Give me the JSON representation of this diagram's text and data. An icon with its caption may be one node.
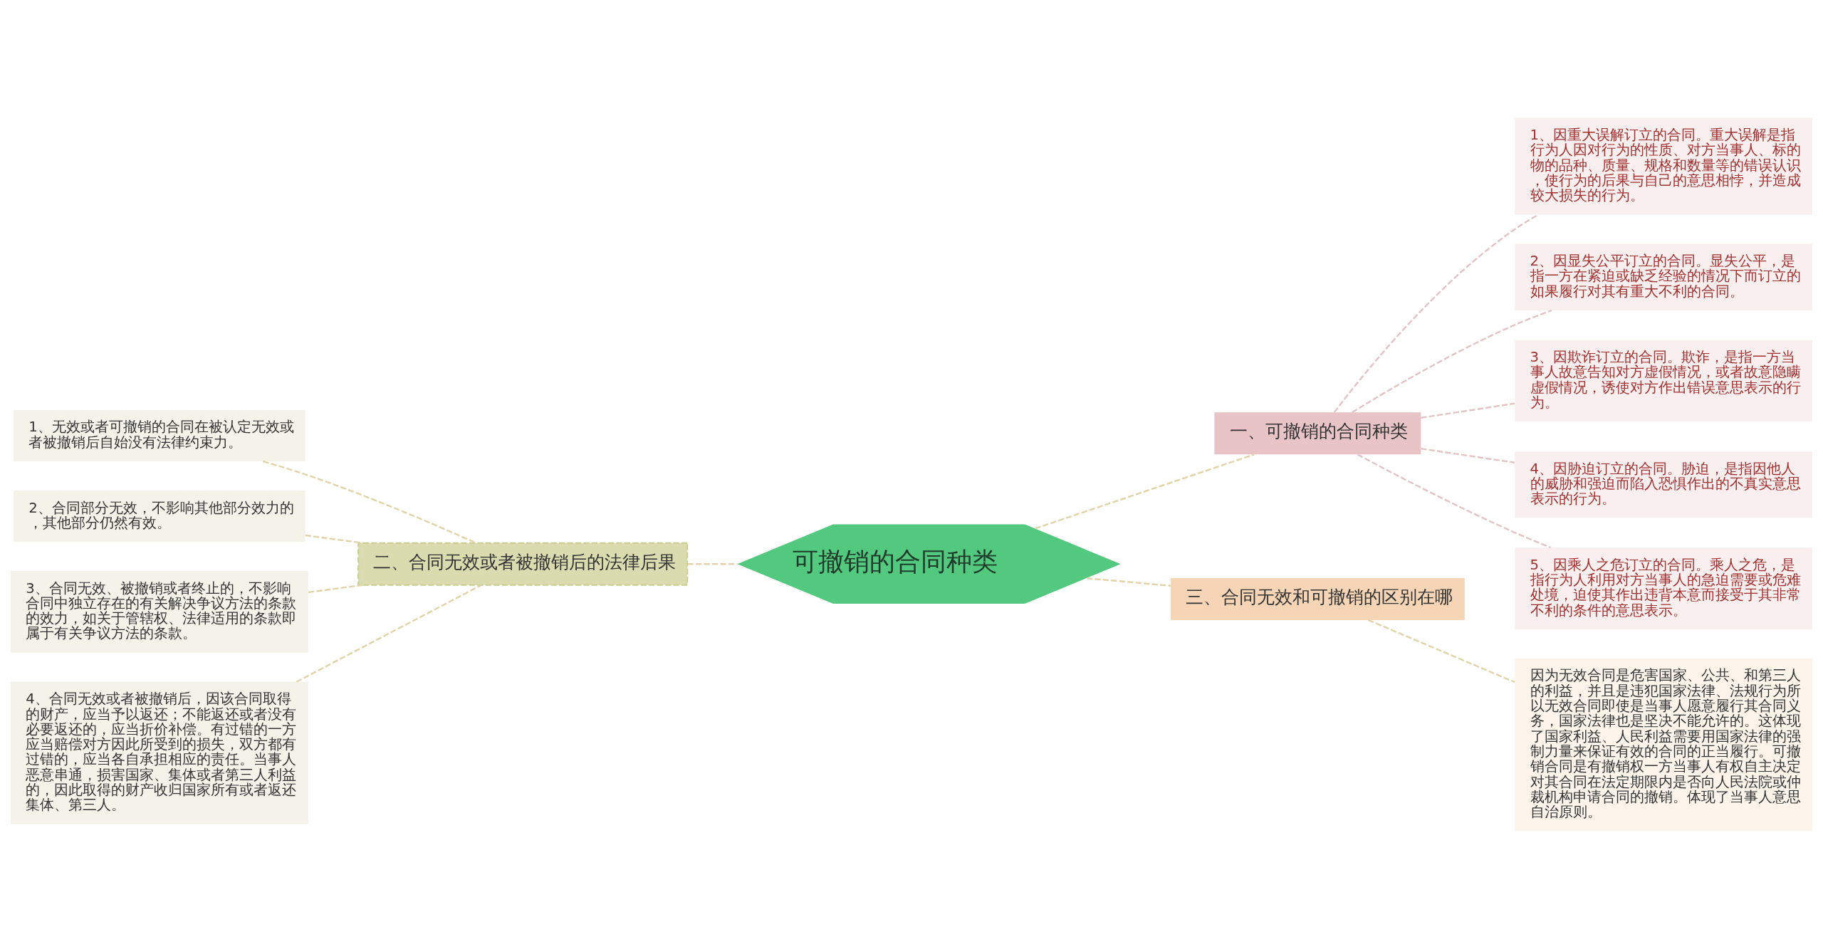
{
  "diagram": {
    "nodes": [
      {
        "text": [
          "可撤销的合同种类"
        ]
      },
      {
        "text": [
          "一、可撤销的合同种类"
        ]
      },
      {
        "text": [
          "1、因重大误解订立的合同。重大误解是指行为人因对行为的性质、对方当事人、标的物的品种、质量、规格和数量等的错误认识，使行为的后果与自己的意思相悖，并造成较大损失的行为。"
        ]
      },
      {
        "text": [
          "2、因显失公平订立的合同。显失公平，是指一方在紧迫或缺乏经验的情况下而订立的如果履行对其有重大不利的合同。"
        ]
      },
      {
        "text": [
          "3、因欺诈订立的合同。欺诈，是指一方当事人故意告知对方虚假情况，或者故意隐瞒虚假情况，诱使对方作出错误意思表示的行为。"
        ]
      },
      {
        "text": [
          "4、因胁迫订立的合同。胁迫，是指因他人的威胁和强迫而陷入恐惧作出的不真实意思表示的行为。"
        ]
      },
      {
        "text": [
          "5、因乘人之危订立的合同。乘人之危，是指行为人利用对方当事人的急迫需要或危难处境，迫使其作出违背本意而接受于其非常不利的条件的意思表示。"
        ]
      },
      {
        "text": [
          "二、合同无效或者被撤销后的法律后果"
        ]
      },
      {
        "text": [
          "1、无效或者可撤销的合同在被认定无效或者被撤销后自始没有法律约束力。"
        ]
      },
      {
        "text": [
          "2、合同部分无效，不影响其他部分效力的，其他部分仍然有效。"
        ]
      },
      {
        "text": [
          "3、合同无效、被撤销或者终止的，不影响合同中独立存在的有关解决争议方法的条款的效力，如关于管辖权、法律适用的条款即属于有关争议方法的条款。"
        ]
      },
      {
        "text": [
          "4、合同无效或者被撤销后，因该合同取得的财产，应当予以返还；不能返还或者没有必要返还的，应当折价补偿。有过错的一方应当赔偿对方因此所受到的损失，双方都有过错的，应当各自承担相应的责任。当事人恶意串通，损害国家、集体或者第三人利益的，因此取得的财产收归国家所有或者返还集体、第三人。"
        ]
      },
      {
        "text": [
          "三、合同无效和可撤销的区别在哪"
        ]
      },
      {
        "text": [
          "因为无效合同是危害国家、公共、和第三人的利益，并且是违犯国家法律、法规行为所以无效合同即使是当事人愿意履行其合同义务，国家法律也是坚决不能允许的。这体现了国家利益、人民利益需要用国家法律的强制力量来保证有效的合同的正当履行。可撤销合同是有撤销权一方当事人有权自主决定对其合同在法定期限内是否向人民法院或仲裁机构申请合同的撤销。体现了当事人意思自治原则。"
        ]
      }
    ],
    "edges": [
      {
        "from": 0,
        "to": 1,
        "arrow": "none",
        "style": "dashed"
      },
      {
        "from": 1,
        "to": 2,
        "arrow": "none",
        "style": "dashed",
        "color": "#e3c3c6"
      },
      {
        "from": 1,
        "to": 3,
        "arrow": "none",
        "style": "dashed",
        "color": "#e3c3c6"
      },
      {
        "from": 1,
        "to": 4,
        "arrow": "none",
        "style": "dashed",
        "color": "#e3c3c6"
      },
      {
        "from": 1,
        "to": 5,
        "arrow": "none",
        "style": "dashed",
        "color": "#e3c3c6"
      },
      {
        "from": 1,
        "to": 6,
        "arrow": "none",
        "style": "dashed",
        "color": "#e3c3c6"
      },
      {
        "from": 0,
        "to": 7,
        "arrow": "none",
        "style": "dashed"
      },
      {
        "from": 7,
        "to": 8,
        "arrow": "none",
        "style": "dashed"
      },
      {
        "from": 7,
        "to": 9,
        "arrow": "none",
        "style": "dashed"
      },
      {
        "from": 7,
        "to": 10,
        "arrow": "none",
        "style": "dashed"
      },
      {
        "from": 7,
        "to": 11,
        "arrow": "none",
        "style": "dashed"
      },
      {
        "from": 0,
        "to": 12,
        "arrow": "none",
        "style": "dashed"
      },
      {
        "from": 12,
        "to": 13,
        "arrow": "none",
        "style": "dashed"
      }
    ]
  }
}
